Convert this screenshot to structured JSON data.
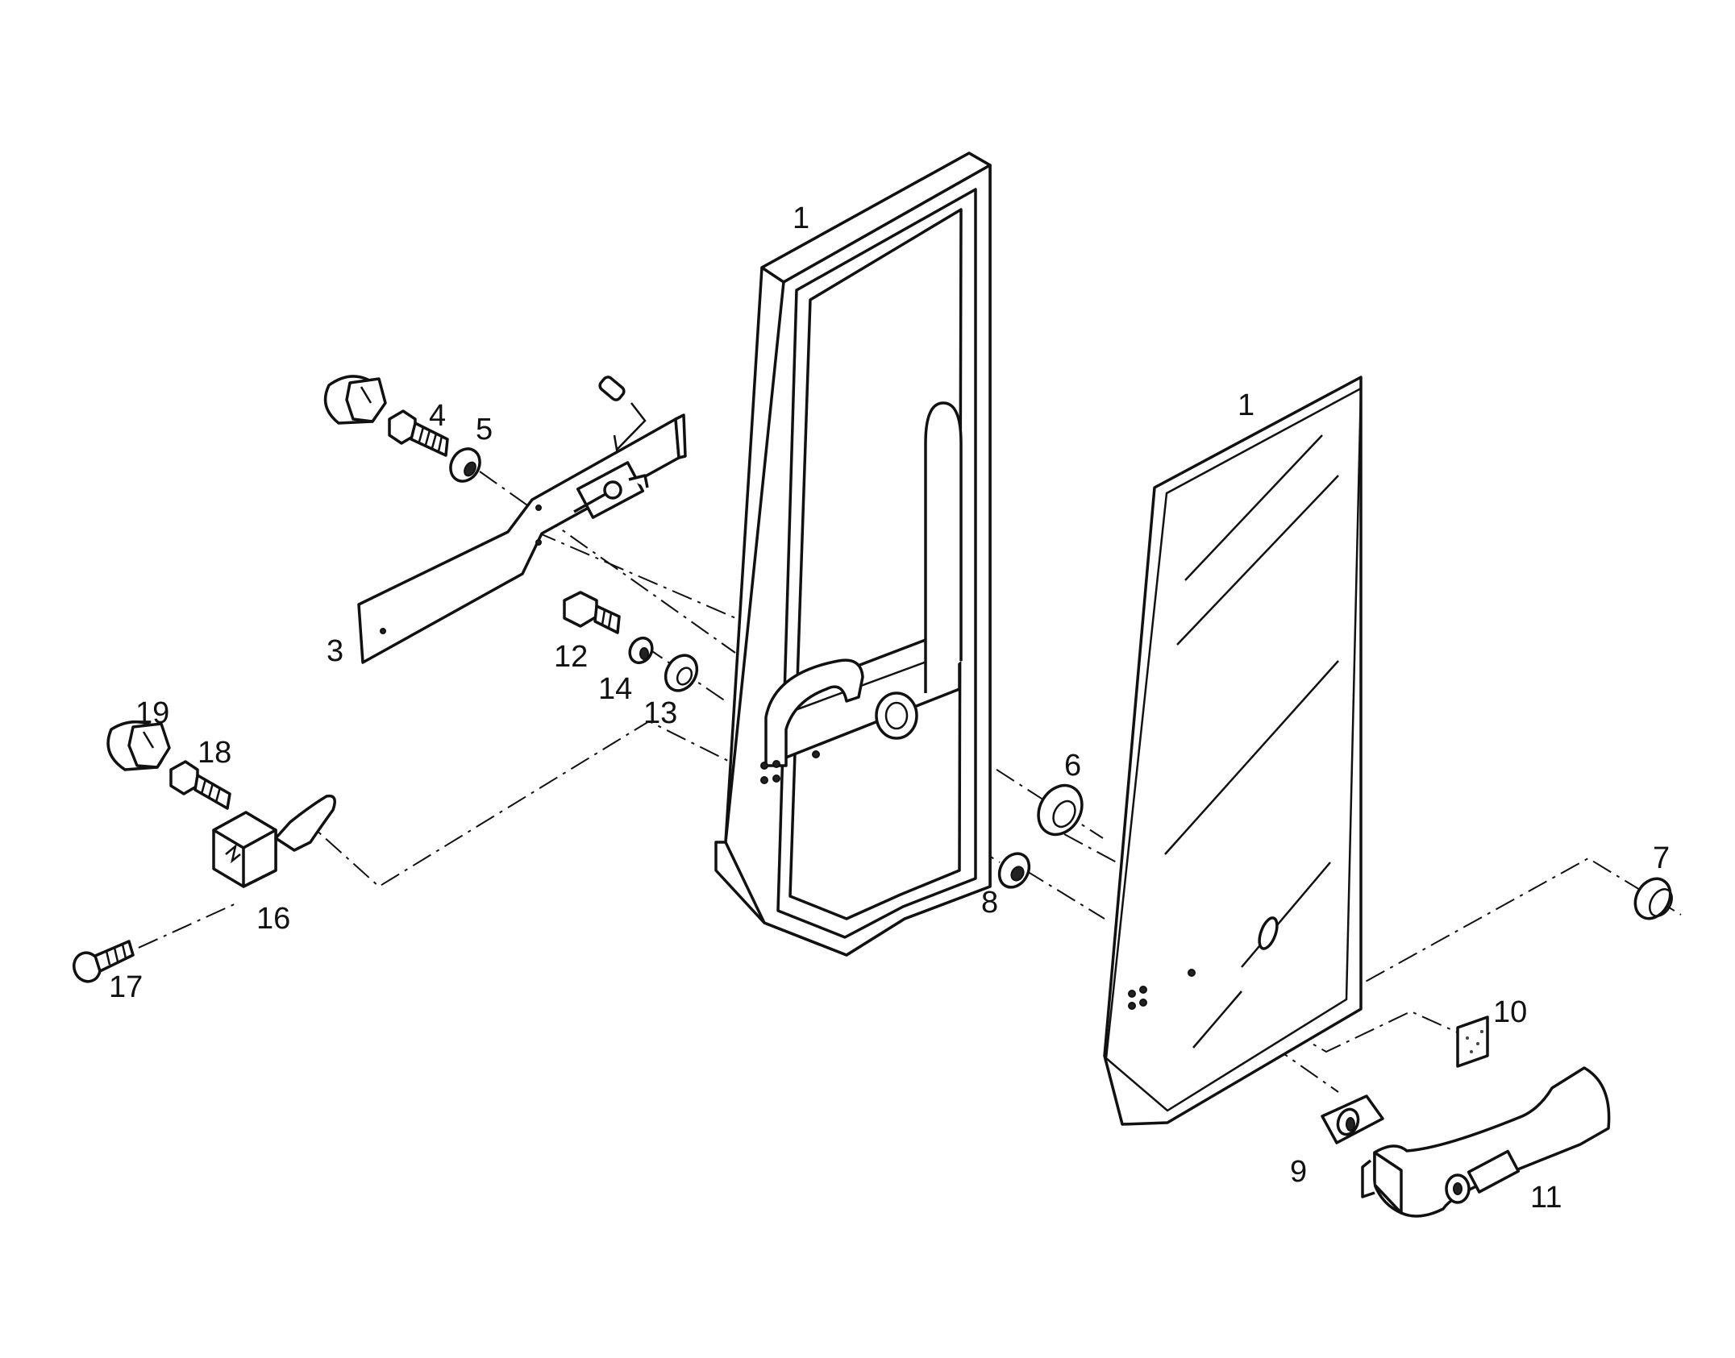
{
  "diagram": {
    "callouts": [
      {
        "id": "label-1-frame",
        "text": "1"
      },
      {
        "id": "label-1-glass",
        "text": "1"
      },
      {
        "id": "label-3",
        "text": "3"
      },
      {
        "id": "label-4",
        "text": "4"
      },
      {
        "id": "label-5",
        "text": "5"
      },
      {
        "id": "label-6",
        "text": "6"
      },
      {
        "id": "label-7",
        "text": "7"
      },
      {
        "id": "label-8",
        "text": "8"
      },
      {
        "id": "label-9",
        "text": "9"
      },
      {
        "id": "label-10",
        "text": "10"
      },
      {
        "id": "label-11",
        "text": "11"
      },
      {
        "id": "label-12",
        "text": "12"
      },
      {
        "id": "label-13",
        "text": "13"
      },
      {
        "id": "label-14",
        "text": "14"
      },
      {
        "id": "label-16",
        "text": "16"
      },
      {
        "id": "label-17",
        "text": "17"
      },
      {
        "id": "label-18",
        "text": "18"
      },
      {
        "id": "label-19",
        "text": "19"
      }
    ]
  }
}
